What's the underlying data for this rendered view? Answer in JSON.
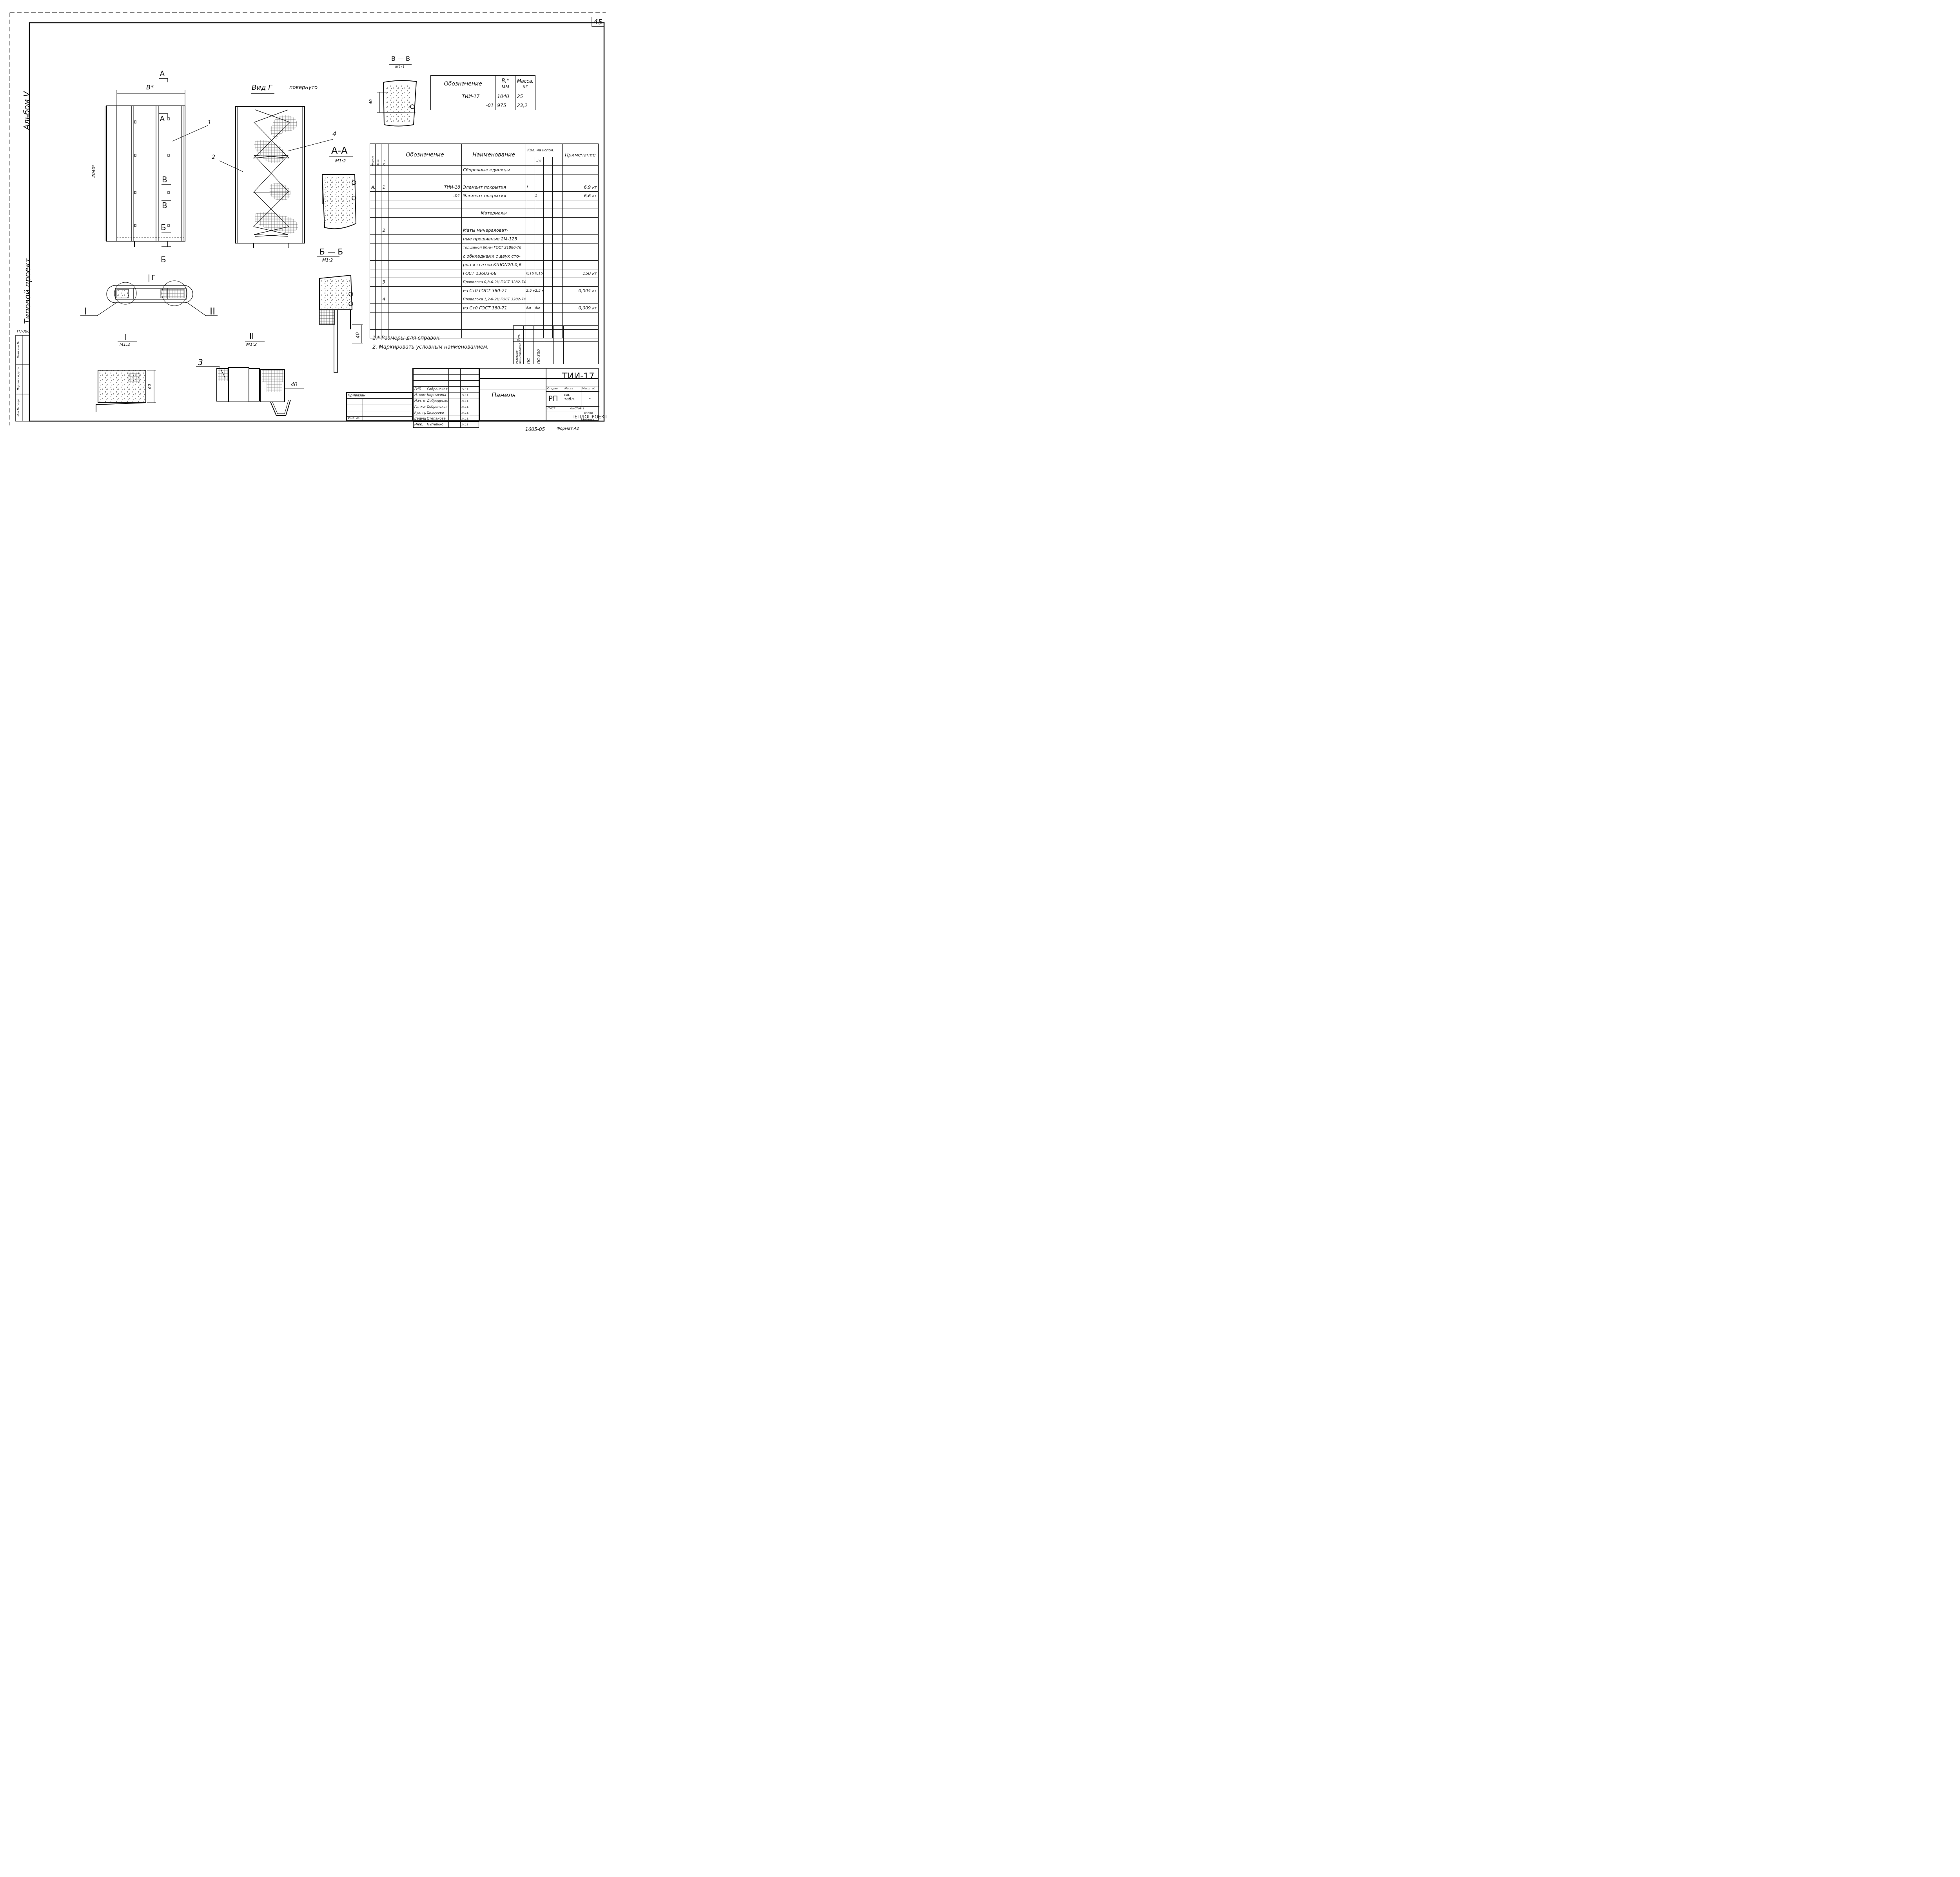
{
  "sheet": {
    "number": "45",
    "album": "Альбом V",
    "project": "Типовой проект",
    "archive_no": "Н7088",
    "side_stamp": [
      "Инв.№ подл.",
      "Подпись и дата",
      "Взам.инв.№"
    ],
    "footer_code": "1605-05",
    "format": "Формат А2"
  },
  "drawing": {
    "dim_b": "B*",
    "dim_len": "2040*",
    "section_a": "А",
    "section_v": "В",
    "section_b": "Б",
    "view_g_title": "Вид Г",
    "view_g_note": "повернуто",
    "view_g_mark": "Г",
    "callouts": [
      "1",
      "2",
      "3",
      "4"
    ],
    "aa_title": "А-А",
    "aa_scale": "М1:2",
    "vv_title": "В — В",
    "vv_scale": "М1:1",
    "vv_dim": "40",
    "bb_title": "Б — Б",
    "bb_scale": "М1:2",
    "bb_dim": "40",
    "det1_mark": "I",
    "det1_scale": "М1:2",
    "det1_dim": "60",
    "det2_mark": "II",
    "det2_scale": "М1:2",
    "det2_dim": "40"
  },
  "mass_table": {
    "headers": [
      "Обозначение",
      "B,* мм",
      "Масса, кг"
    ],
    "rows": [
      [
        "ТИИ-17",
        "1040",
        "25"
      ],
      [
        "-01",
        "975",
        "23,2"
      ]
    ]
  },
  "spec_table": {
    "headers": {
      "format": "Формат",
      "zone": "Зона",
      "pos": "Поз.",
      "designation": "Обозначение",
      "name": "Наименование",
      "qty": "Кол. на испол.",
      "qty_01": "-01",
      "note": "Примечание"
    },
    "rows": [
      {
        "format": "",
        "zone": "",
        "pos": "",
        "designation": "",
        "name": "Сборочные единицы",
        "q1": "",
        "q2": "",
        "note": ""
      },
      {
        "format": "",
        "zone": "",
        "pos": "",
        "designation": "",
        "name": "",
        "q1": "",
        "q2": "",
        "note": ""
      },
      {
        "format": "А2",
        "zone": "",
        "pos": "1",
        "designation": "ТИИ-18",
        "name": "Элемент покрытия",
        "q1": "1",
        "q2": "",
        "note": "6,9 кг"
      },
      {
        "format": "",
        "zone": "",
        "pos": "",
        "designation": "-01",
        "name": "Элемент покрытия",
        "q1": "",
        "q2": "1",
        "note": "6,6 кг"
      },
      {
        "format": "",
        "zone": "",
        "pos": "",
        "designation": "",
        "name": "",
        "q1": "",
        "q2": "",
        "note": ""
      },
      {
        "format": "",
        "zone": "",
        "pos": "",
        "designation": "",
        "name": "Материалы",
        "q1": "",
        "q2": "",
        "note": ""
      },
      {
        "format": "",
        "zone": "",
        "pos": "",
        "designation": "",
        "name": "",
        "q1": "",
        "q2": "",
        "note": ""
      },
      {
        "format": "",
        "zone": "",
        "pos": "2",
        "designation": "",
        "name": "Маты минераловат-",
        "q1": "",
        "q2": "",
        "note": ""
      },
      {
        "format": "",
        "zone": "",
        "pos": "",
        "designation": "",
        "name": "ные прошивные 2М-125",
        "q1": "",
        "q2": "",
        "note": ""
      },
      {
        "format": "",
        "zone": "",
        "pos": "",
        "designation": "",
        "name": "толщиной 60мм ГОСТ 21880-76",
        "q1": "",
        "q2": "",
        "note": ""
      },
      {
        "format": "",
        "zone": "",
        "pos": "",
        "designation": "",
        "name": "с обкладками с двух сто-",
        "q1": "",
        "q2": "",
        "note": ""
      },
      {
        "format": "",
        "zone": "",
        "pos": "",
        "designation": "",
        "name": "рон из сетки КШОN20-0,6",
        "q1": "",
        "q2": "",
        "note": ""
      },
      {
        "format": "",
        "zone": "",
        "pos": "",
        "designation": "",
        "name": "ГОСТ 13603-68",
        "q1": "0,16 м³",
        "q2": "0,15 м³",
        "note": "150 кг"
      },
      {
        "format": "",
        "zone": "",
        "pos": "3",
        "designation": "",
        "name": "Проволока 0,8-0-2Ц ГОСТ 3282-74",
        "q1": "",
        "q2": "",
        "note": ""
      },
      {
        "format": "",
        "zone": "",
        "pos": "",
        "designation": "",
        "name": "из Ст0 ГОСТ 380-71",
        "q1": "2,5 м",
        "q2": "2,5 м",
        "note": "0,004 кг"
      },
      {
        "format": "",
        "zone": "",
        "pos": "4",
        "designation": "",
        "name": "Проволока 1,2-0-2Ц ГОСТ 3282-74",
        "q1": "",
        "q2": "",
        "note": ""
      },
      {
        "format": "",
        "zone": "",
        "pos": "",
        "designation": "",
        "name": "из Ст0 ГОСТ 380-71",
        "q1": "8м",
        "q2": "8м",
        "note": "0,009 кг"
      },
      {
        "format": "",
        "zone": "",
        "pos": "",
        "designation": "",
        "name": "",
        "q1": "",
        "q2": "",
        "note": ""
      },
      {
        "format": "",
        "zone": "",
        "pos": "",
        "designation": "",
        "name": "",
        "q1": "",
        "q2": "",
        "note": ""
      },
      {
        "format": "",
        "zone": "",
        "pos": "",
        "designation": "",
        "name": "",
        "q1": "",
        "q2": "",
        "note": ""
      }
    ],
    "footer_rows": {
      "label_1": "Зам.",
      "label_2": "Условное наименование",
      "cond_1": "ПС",
      "cond_2": "ПС-300"
    }
  },
  "notes": [
    "1.* Размеры для справок.",
    "2. Маркировать условным наименованием."
  ],
  "title_block": {
    "designation": "ТИИ-17",
    "name": "Панель",
    "stage_label": "Стадия",
    "mass_label": "Масса",
    "scale_label": "Масштаб",
    "stage": "РП",
    "mass": "см. табл.",
    "scale": "-",
    "sheet_label": "Лист",
    "sheets_label": "Листов 1",
    "org_1": "ВНИПИ",
    "org_2": "ТЕПЛОПРОЕКТ",
    "org_3": "Москва",
    "linked_label": "Привязан",
    "inv_label": "Инв. №",
    "signers": [
      {
        "role": "ГИП",
        "name": "Собранская",
        "date": "14.11.85"
      },
      {
        "role": "Н. контр.",
        "name": "Корнихина",
        "date": "14.11.85"
      },
      {
        "role": "Нач. отд.",
        "name": "Доброденко",
        "date": "14.11.85"
      },
      {
        "role": "Гл. конст.",
        "name": "Собранская",
        "date": "14.11.85"
      },
      {
        "role": "Рук. гр.",
        "name": "Сидорова",
        "date": "14.11.85"
      },
      {
        "role": "Ведущ.",
        "name": "Степанова",
        "date": "14.11.85"
      },
      {
        "role": "Инж.",
        "name": "Пугченко",
        "date": "14.11.85"
      }
    ]
  }
}
